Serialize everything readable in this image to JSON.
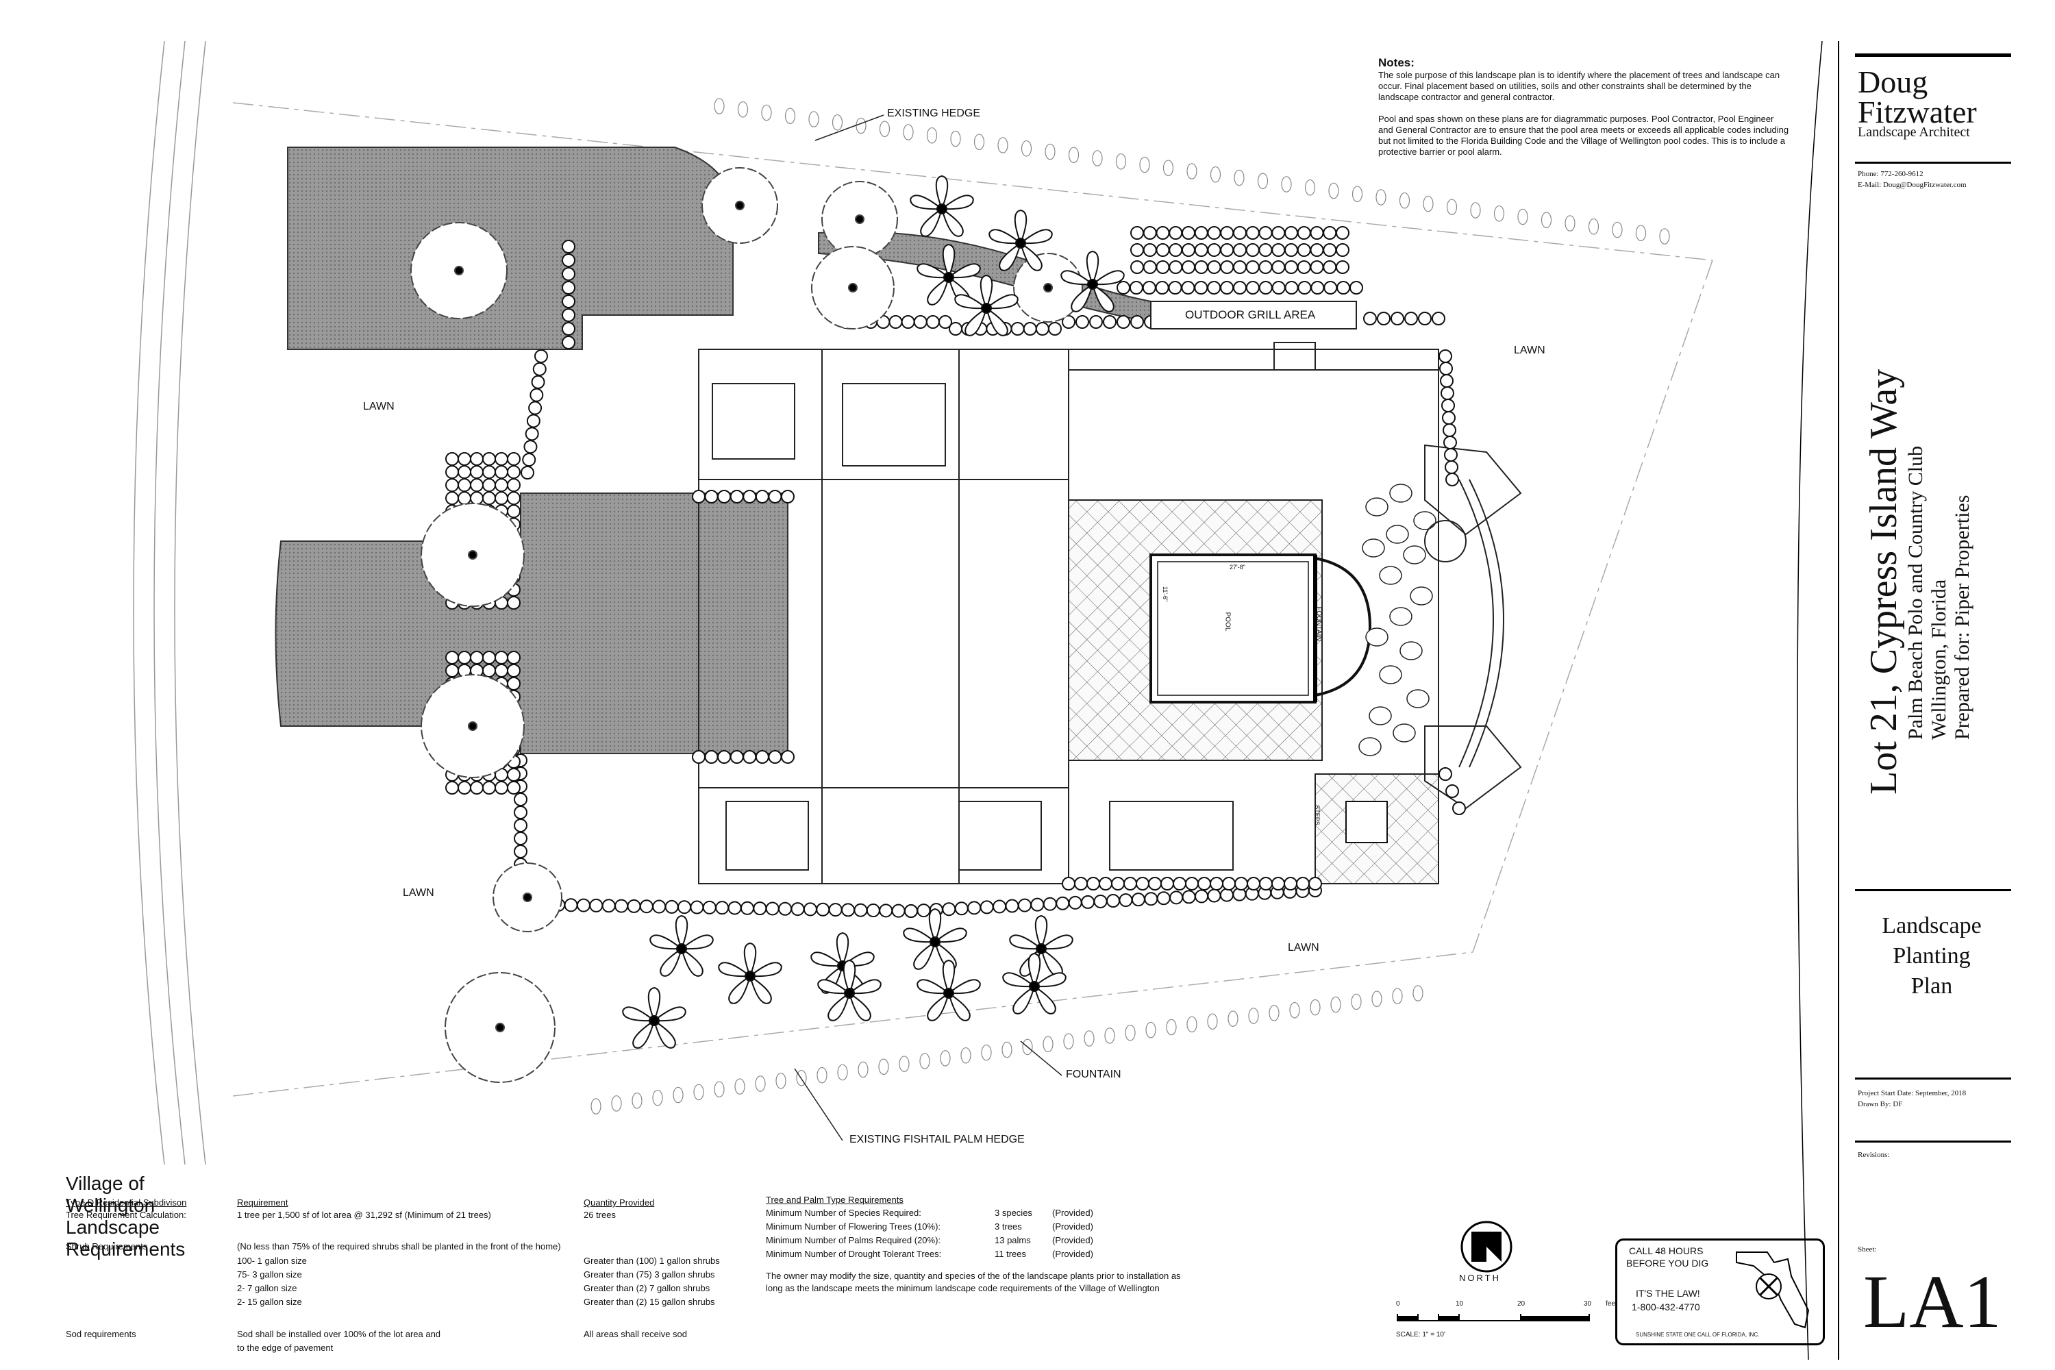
{
  "notes": {
    "title": "Notes:",
    "para1": "The sole purpose of this landscape plan is to identify where the placement of trees and landscape can occur.  Final placement based on utilities, soils and other constraints shall be determined by the landscape contractor and general contractor.",
    "para2": "Pool and spas shown on these plans are for diagrammatic purposes. Pool Contractor, Pool Engineer and General Contractor are to ensure that the pool area meets or exceeds all applicable codes including but not limited to the Florida Building Code and the Village of Wellington pool codes. This is to include a protective barrier or pool alarm."
  },
  "plan_labels": {
    "existing_hedge": "EXISTING HEDGE",
    "outdoor_grill": "OUTDOOR GRILL AREA",
    "lawn_nw": "LAWN",
    "lawn_ne": "LAWN",
    "lawn_sw": "LAWN",
    "lawn_se": "LAWN",
    "fountain": "FOUNTAIN",
    "fishtail": "EXISTING FISHTAIL PALM HEDGE",
    "pool": "POOL",
    "pool_fountain": "FOUNTAIN",
    "pool_dim_w": "27'-8\"",
    "pool_dim_h": "11'-6\"",
    "steps": "STEPS"
  },
  "north": {
    "label": "NORTH"
  },
  "scale": {
    "ticks": [
      "0",
      "10",
      "20",
      "30"
    ],
    "unit": "feet",
    "text": "SCALE: 1\" = 10'"
  },
  "title_block": {
    "firm_line1": "Doug",
    "firm_line2": "Fitzwater",
    "firm_line3": "Landscape Architect",
    "phone": "Phone:  772-260-9612",
    "email": "E-Mail:  Doug@DougFitzwater.com",
    "project": "Lot 21, Cypress Island Way",
    "subtitle1": "Palm Beach Polo and Country Club",
    "subtitle2": "Wellington, Florida",
    "subtitle3": "Prepared for: Piper Properties",
    "sheet_title1": "Landscape",
    "sheet_title2": "Planting",
    "sheet_title3": "Plan",
    "start_date": "Project Start Date: September, 2018",
    "drawn_by": "Drawn By: DF",
    "revisions": "Revisions:",
    "sheet_label": "Sheet:",
    "sheet_number": "LA1"
  },
  "requirements": {
    "title": "Village of Wellington Landscape Requirements",
    "h_type": "Type D Residential Subdivison",
    "h_req": "Requirement",
    "h_qty": "Quantity Provided",
    "tree_calc_label": "Tree Requirement Calculation:",
    "tree_calc_req": "1 tree per 1,500 sf of lot area @ 31,292 sf (Minimum of 21 trees)",
    "tree_calc_qty": "26 trees",
    "shrub_label": "Shrub Requirements",
    "shrub_note": "(No less than 75% of the required shrubs shall be planted in the front of the home)",
    "shrub_rows": [
      {
        "req": "100- 1 gallon size",
        "qty": "Greater than (100) 1 gallon shrubs"
      },
      {
        "req": "75-  3 gallon size",
        "qty": "Greater than (75) 3 gallon shrubs"
      },
      {
        "req": "2-    7 gallon size",
        "qty": "Greater than (2) 7 gallon shrubs"
      },
      {
        "req": "2-    15 gallon size",
        "qty": "Greater than (2) 15 gallon shrubs"
      }
    ],
    "sod_label": "Sod requirements",
    "sod_req1": "Sod shall be installed over 100% of the lot area and",
    "sod_req2": "to the edge of pavement",
    "sod_qty": "All areas shall receive sod",
    "tp_title": "Tree and Palm Type Requirements",
    "tp_rows": [
      {
        "label": "Minimum Number of Species Required:",
        "value": "3 species",
        "status": "(Provided)"
      },
      {
        "label": "Minimum Number of Flowering Trees (10%):",
        "value": "3 trees",
        "status": "(Provided)"
      },
      {
        "label": "Minimum Number of Palms Required (20%):",
        "value": "13 palms",
        "status": "(Provided)"
      },
      {
        "label": "Minimum Number of Drought Tolerant Trees:",
        "value": "11 trees",
        "status": "(Provided)"
      }
    ],
    "owner_note1": "The owner may modify the size, quantity and species of the of the landscape plants prior to installation as",
    "owner_note2": "long as the landscape meets the minimum landscape code requirements of the Village of Wellington"
  },
  "call_box": {
    "line1": "CALL 48 HOURS",
    "line2": "BEFORE YOU DIG",
    "line3": "IT'S THE LAW!",
    "line4": "1-800-432-4770",
    "line5": "SUNSHINE STATE ONE CALL OF FLORIDA, INC."
  }
}
